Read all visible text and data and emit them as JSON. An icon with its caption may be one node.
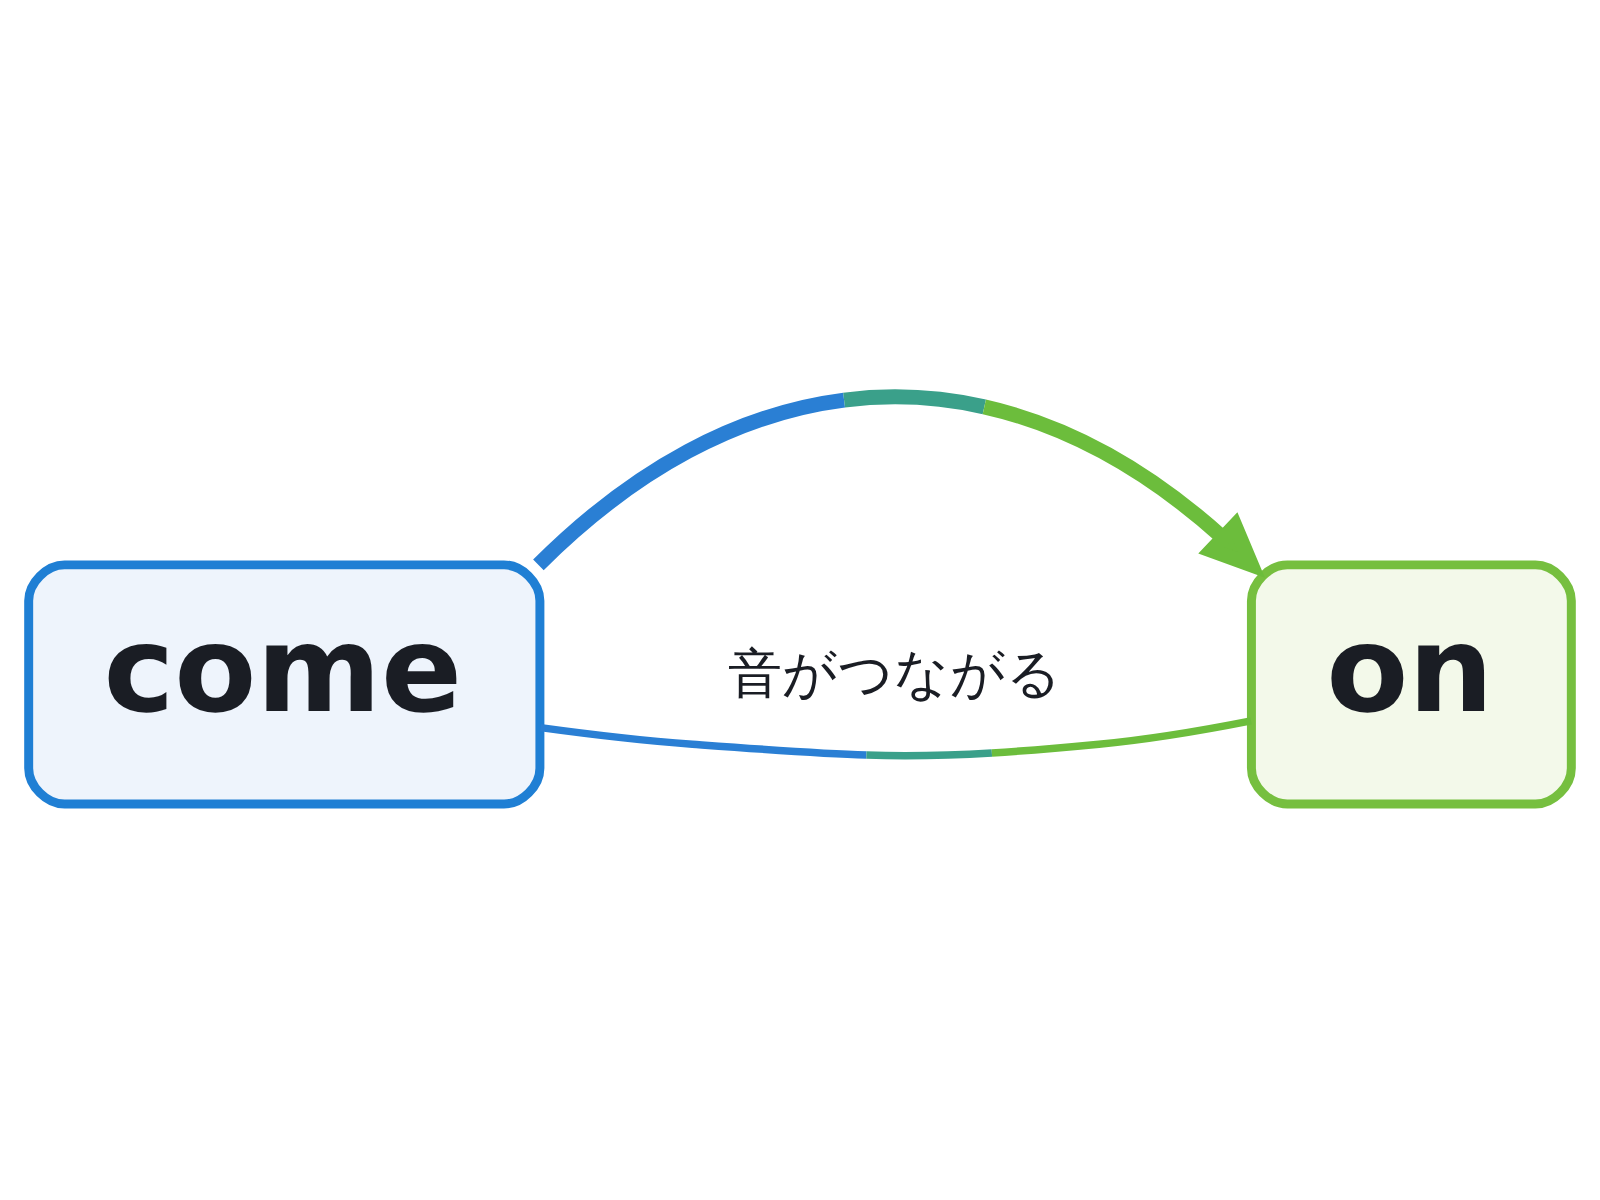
{
  "diagram": {
    "nodes": [
      {
        "text": [
          "come"
        ]
      },
      {
        "text": [
          "on"
        ]
      }
    ],
    "edges": [
      {
        "from": 0,
        "to": 1,
        "arrow": "none",
        "label": "音がつながる"
      },
      {
        "from": 0,
        "to": 1,
        "arrow": "to",
        "style": "thick"
      }
    ]
  }
}
